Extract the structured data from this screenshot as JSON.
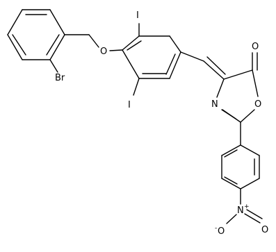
{
  "structure": {
    "atoms": {
      "Br": "Br",
      "O_ether": "O",
      "I_top": "I",
      "I_bottom": "I",
      "O_carbonyl": "O",
      "N_ring": "N",
      "O_ring": "O",
      "N_nitro": "N",
      "N_nitro_charge": "+",
      "O_nitro_right": "O",
      "O_nitro_left": "O",
      "O_nitro_left_charge": "-"
    }
  }
}
